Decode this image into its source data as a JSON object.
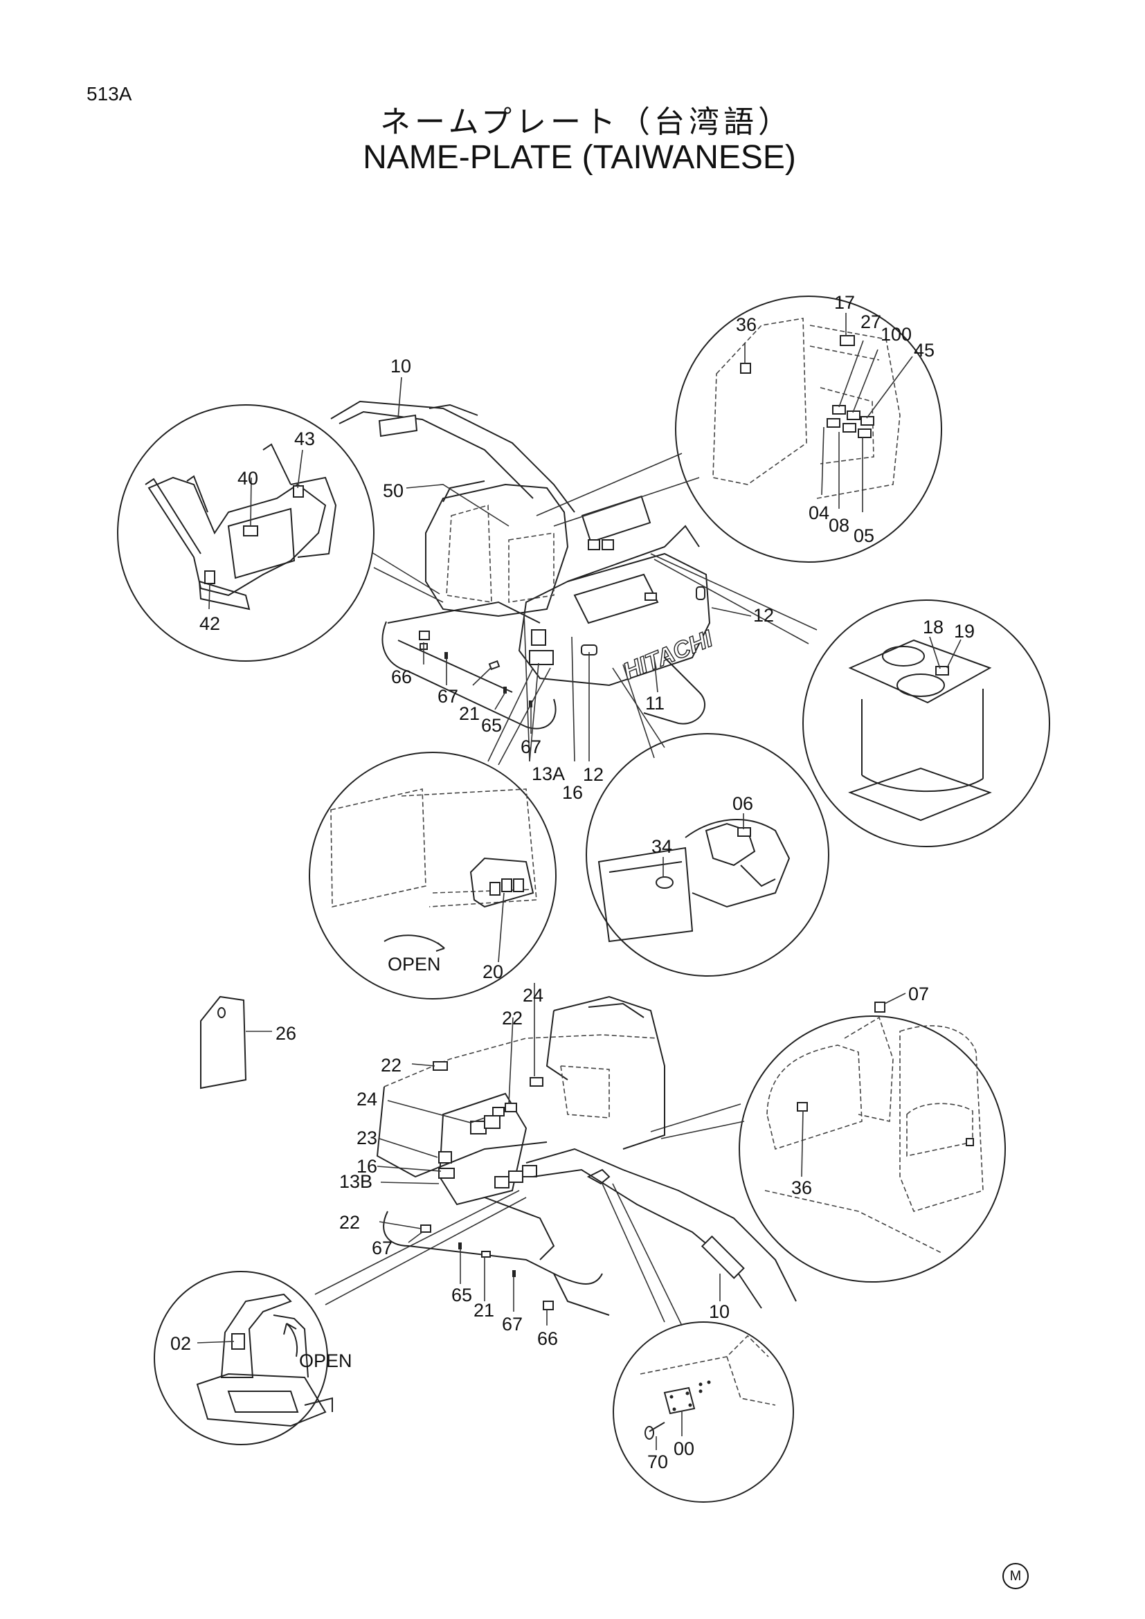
{
  "header": {
    "page_code": "513A",
    "title_jp": "ネームプレート（台湾語）",
    "title_en": "NAME-PLATE (TAIWANESE)"
  },
  "footer": {
    "mark": "M"
  },
  "open_labels": {
    "fuse_detail": "OPEN",
    "cover_detail": "OPEN"
  },
  "brand_text": "HITACHI",
  "callouts": {
    "c10_top": "10",
    "c43": "43",
    "c40": "40",
    "c42": "42",
    "c50": "50",
    "c66_top": "66",
    "c67_top_a": "67",
    "c21_top": "21",
    "c65_top": "65",
    "c67_top_b": "67",
    "c13a": "13A",
    "c12_bottom": "12",
    "c16_top": "16",
    "c11": "11",
    "c12_right": "12",
    "c36_top": "36",
    "c17": "17",
    "c27": "27",
    "c100": "100",
    "c45": "45",
    "c04": "04",
    "c08": "08",
    "c05": "05",
    "c18": "18",
    "c19": "19",
    "c06": "06",
    "c34": "34",
    "c20": "20",
    "c26": "26",
    "c24_top": "24",
    "c22_mid": "22",
    "c22_left": "22",
    "c24_left": "24",
    "c23": "23",
    "c16_bottom": "16",
    "c13b": "13B",
    "c22_low": "22",
    "c67_low": "67",
    "c65_low": "65",
    "c21_low": "21",
    "c67_low_b": "67",
    "c66_low": "66",
    "c10_low": "10",
    "c07": "07",
    "c36_low": "36",
    "c02": "02",
    "c70": "70",
    "c00": "00"
  }
}
